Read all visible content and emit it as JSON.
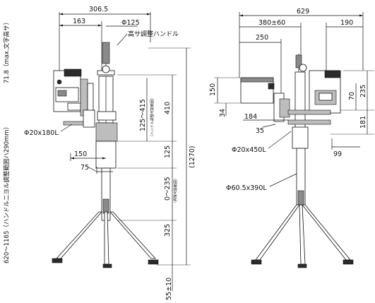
{
  "front_view": {
    "dim_width_306": "306.5",
    "dim_163": "163",
    "dim_phi125": "Φ125",
    "label_height_handle": "高サ調整ハンドル",
    "dim_71_8": "71.8（max.文字高サ）",
    "dim_410": "410",
    "dim_125_415": "125～415",
    "note_handle_range": "（ハンドル調整可能範囲）",
    "dim_125": "125",
    "dim_1270": "(1270)",
    "dim_phi20x180": "Φ20x180L",
    "dim_150": "150",
    "dim_75": "75",
    "dim_0_235": "0～235",
    "note_pole_range": "（昇降可能範囲）",
    "dim_325": "325",
    "dim_55": "55±10",
    "dim_620_1165": "620～1165（ハンドル二ヨル調整範囲ハ290mm）"
  },
  "side_view": {
    "dim_629": "629",
    "dim_380_60": "380±60",
    "dim_190": "190",
    "dim_250": "250",
    "dim_150": "150",
    "dim_34": "34",
    "dim_184": "184",
    "dim_35": "35",
    "dim_70": "70",
    "dim_235": "235",
    "dim_181": "181",
    "dim_99": "99",
    "dim_phi20x450": "Φ20x450L",
    "dim_phi60x390": "Φ60.5x390L"
  }
}
